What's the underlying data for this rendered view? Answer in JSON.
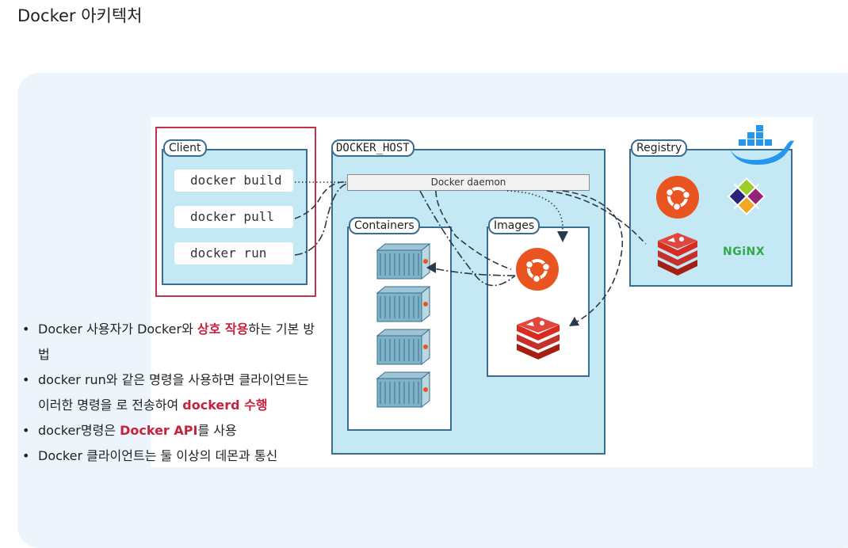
{
  "page": {
    "title": "Docker 아키텍처"
  },
  "diagram": {
    "client": {
      "label": "Client",
      "commands": [
        "docker build",
        "docker pull",
        "docker run"
      ]
    },
    "docker_host": {
      "label": "DOCKER_HOST",
      "daemon_label": "Docker daemon",
      "containers_label": "Containers",
      "images_label": "Images"
    },
    "registry": {
      "label": "Registry",
      "nginx_text": "NGiNX"
    }
  },
  "bullets": {
    "b1_pre": "Docker 사용자가 Docker와 ",
    "b1_em": "상호 작용",
    "b1_post": "하는 기본 방법",
    "b2_pre": "docker run와 같은 명령을 사용하면 클라이언트는 이러한 명령을 로 전송하여 ",
    "b2_em": "dockerd 수행",
    "b3_pre": "docker명령은 ",
    "b3_em": "Docker API",
    "b3_post": "를 사용",
    "b4": "Docker 클라이언트는 둘 이상의 데몬과 통신"
  },
  "colors": {
    "box_fill": "#c5e8f5",
    "box_border": "#3a6d8e",
    "highlight": "#c0334a",
    "emphasis": "#c8213e",
    "ubuntu": "#e95420",
    "redis": "#d82c20",
    "docker": "#2496ed"
  },
  "icons": [
    "docker-whale-icon",
    "ubuntu-icon",
    "centos-icon",
    "redis-icon",
    "nginx-logo",
    "container-icon"
  ]
}
